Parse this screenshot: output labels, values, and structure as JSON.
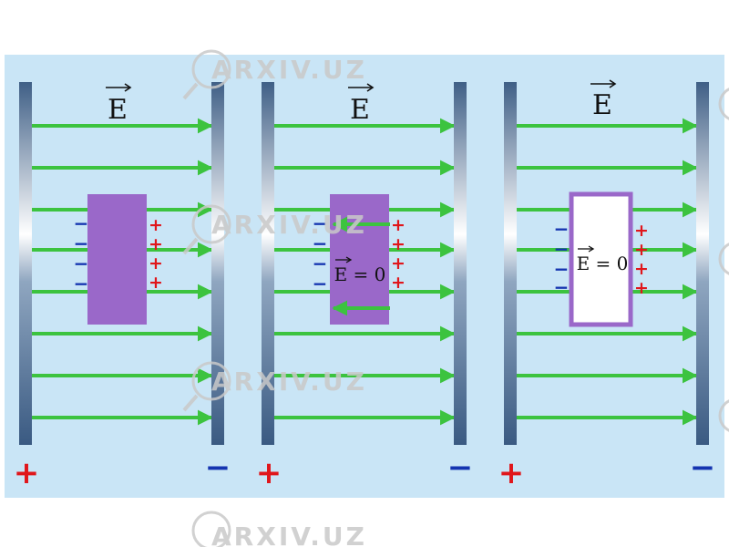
{
  "colors": {
    "background": "#c9e5f6",
    "field_line": "#3cc33f",
    "plate": "#4a6a8e",
    "conductor": "#9a68c9",
    "positive": "#e0161b",
    "negative": "#1434b0",
    "watermark": "#c9c9c9"
  },
  "watermark": {
    "text": "ARXIV.UZ"
  },
  "panels": [
    {
      "field_label": "E",
      "plus_sign": "+",
      "minus_sign": "−",
      "negative_charges": [
        "−",
        "−",
        "−",
        "−"
      ],
      "positive_charges": [
        "+",
        "+",
        "+",
        "+"
      ]
    },
    {
      "field_label": "E",
      "plus_sign": "+",
      "minus_sign": "−",
      "inner_label": "E = 0",
      "negative_charges": [
        "−",
        "−",
        "−",
        "−"
      ],
      "positive_charges": [
        "+",
        "+",
        "+",
        "+"
      ]
    },
    {
      "field_label": "E",
      "plus_sign": "+",
      "minus_sign": "−",
      "inner_label": "E = 0",
      "negative_charges": [
        "−",
        "−",
        "−",
        "−"
      ],
      "positive_charges": [
        "+",
        "+",
        "+",
        "+"
      ]
    }
  ]
}
